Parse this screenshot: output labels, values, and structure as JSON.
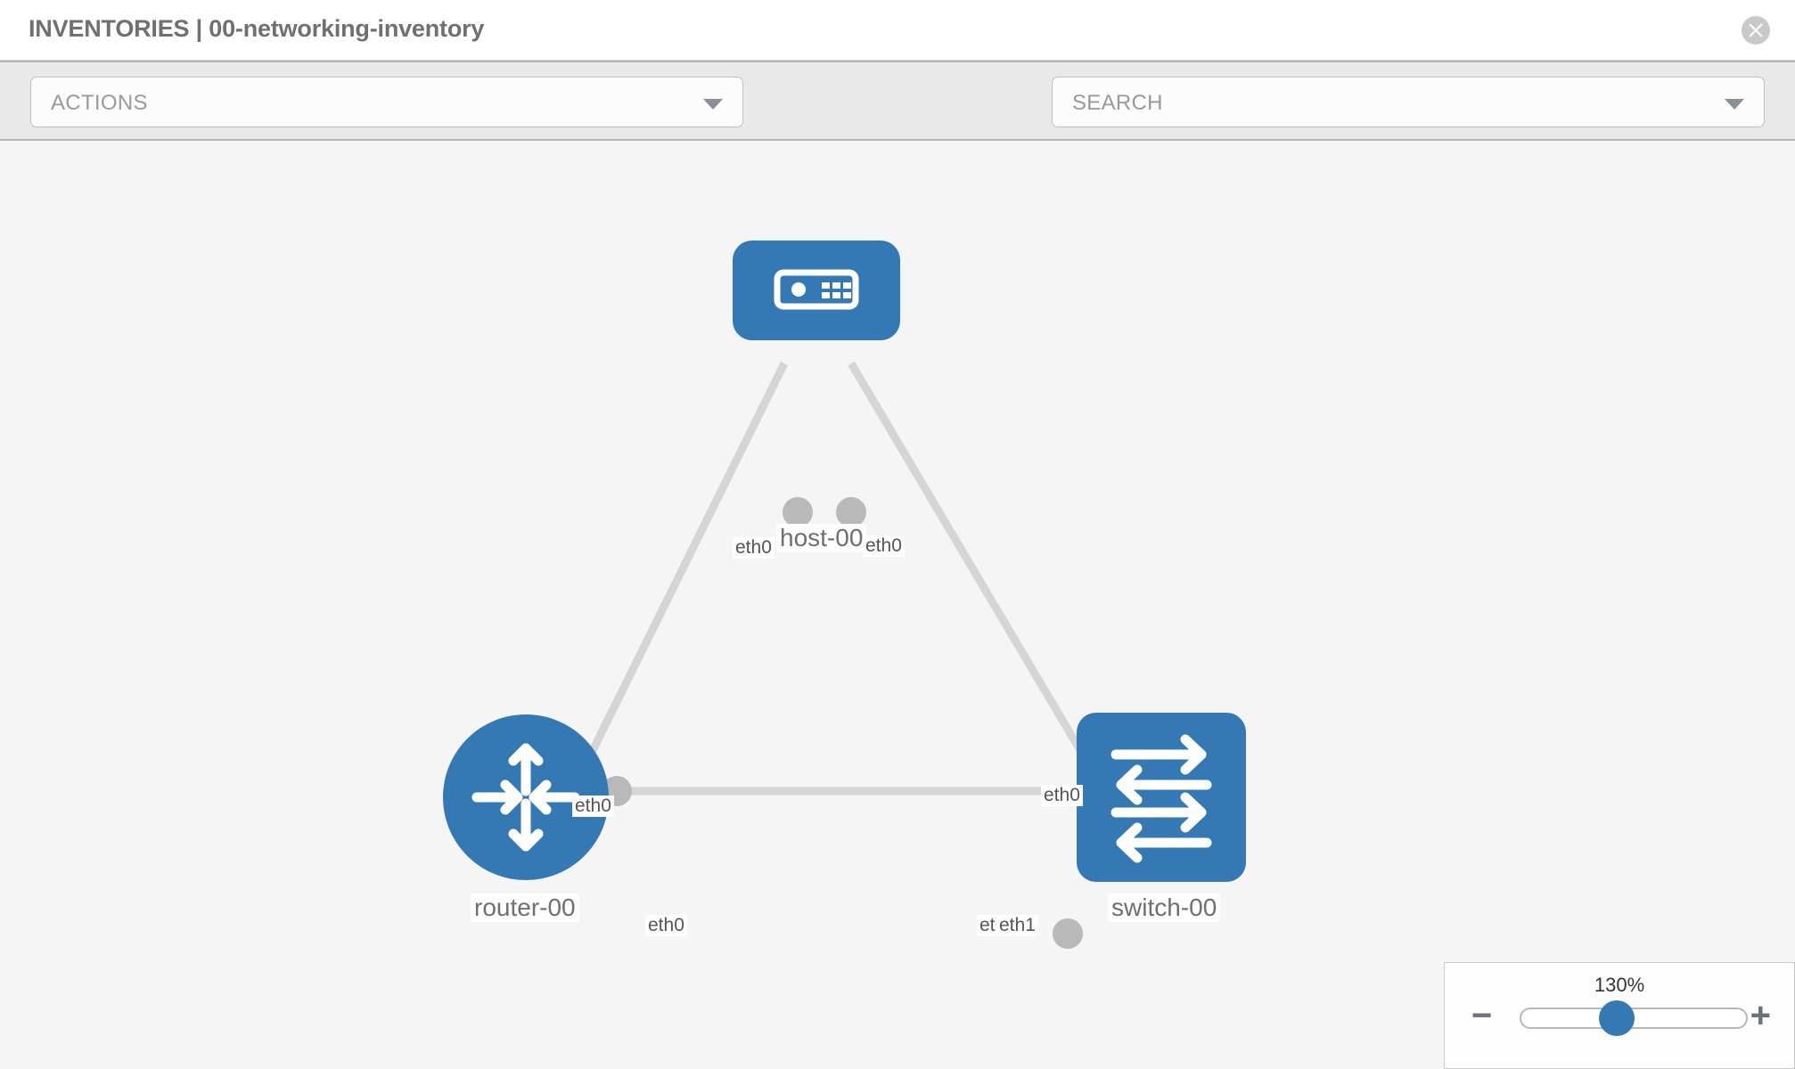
{
  "header": {
    "title": "INVENTORIES | 00-networking-inventory",
    "close_icon": "close-circle-icon"
  },
  "toolbar": {
    "actions_label": "ACTIONS",
    "actions_caret_icon": "chevron-down-icon",
    "wrench_icon": "wrench-icon",
    "key_icon": "key-icon",
    "search_placeholder": "SEARCH",
    "search_caret_icon": "chevron-down-icon"
  },
  "topology": {
    "nodes": [
      {
        "id": "host-00",
        "label": "host-00",
        "icon": "server-icon",
        "shape": "rounded",
        "color": "#3479b4"
      },
      {
        "id": "router-00",
        "label": "router-00",
        "icon": "router-icon",
        "shape": "circle",
        "color": "#3479b4"
      },
      {
        "id": "switch-00",
        "label": "switch-00",
        "icon": "switch-icon",
        "shape": "rounded",
        "color": "#3479b4"
      }
    ],
    "links": [
      {
        "from": "host-00",
        "to": "router-00",
        "from_interface": "eth0",
        "to_interface": "eth0"
      },
      {
        "from": "host-00",
        "to": "switch-00",
        "from_interface": "eth0",
        "to_interface": "eth0"
      },
      {
        "from": "router-00",
        "to": "switch-00",
        "from_interface": "eth0",
        "to_interface_a": "eth",
        "to_interface_b": "eth1"
      }
    ],
    "edge_color": "#d5d5d5",
    "connector_color": "#b9b9b9"
  },
  "zoom": {
    "value": "130%",
    "minus_icon": "minus-icon",
    "plus_icon": "plus-icon",
    "slider_name": "zoom-slider"
  }
}
